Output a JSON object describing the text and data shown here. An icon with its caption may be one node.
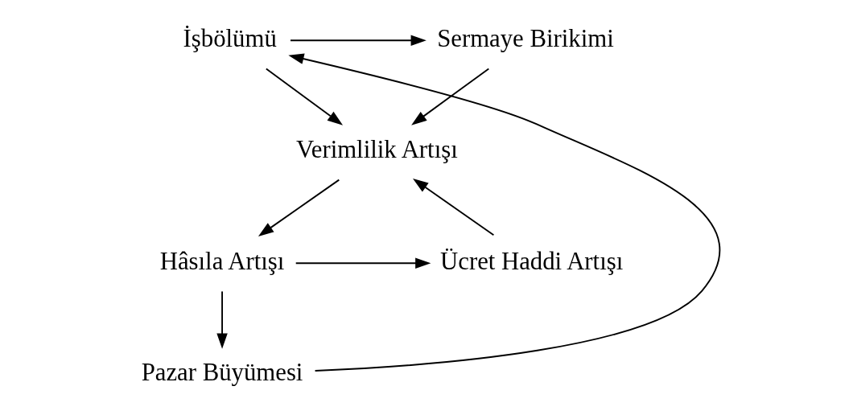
{
  "diagram": {
    "nodes": [
      {
        "text": [
          "İşbölümü"
        ]
      },
      {
        "text": [
          "Sermaye Birikimi"
        ]
      },
      {
        "text": [
          "Verimlilik Artışı"
        ]
      },
      {
        "text": [
          "Hâsıla Artışı"
        ]
      },
      {
        "text": [
          "Ücret Haddi Artışı"
        ]
      },
      {
        "text": [
          "Pazar Büyümesi"
        ]
      }
    ],
    "edges": [
      {
        "from": 0,
        "to": 1,
        "arrow": "to"
      },
      {
        "from": 0,
        "to": 2,
        "arrow": "to"
      },
      {
        "from": 1,
        "to": 2,
        "arrow": "to"
      },
      {
        "from": 2,
        "to": 3,
        "arrow": "to"
      },
      {
        "from": 3,
        "to": 4,
        "arrow": "to"
      },
      {
        "from": 4,
        "to": 2,
        "arrow": "to"
      },
      {
        "from": 3,
        "to": 5,
        "arrow": "to"
      },
      {
        "from": 5,
        "to": 0,
        "arrow": "to"
      }
    ]
  }
}
